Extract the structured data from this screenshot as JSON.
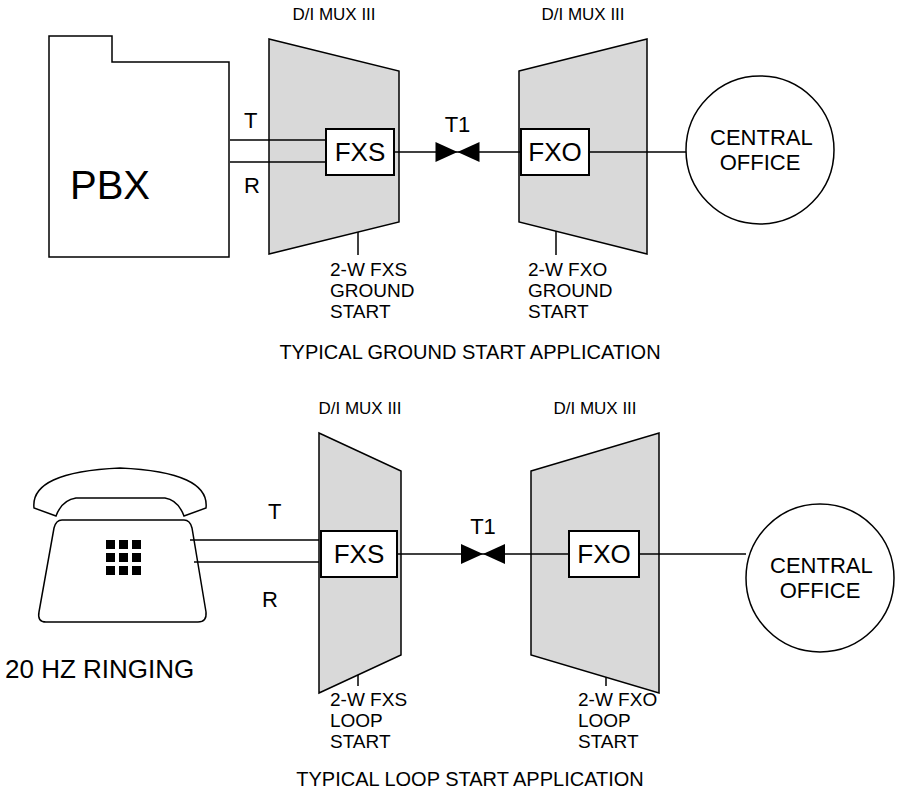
{
  "diagram": {
    "nodes": [
      {
        "text": [
          "PBX"
        ]
      },
      {
        "text": [
          "D/I MUX III"
        ]
      },
      {
        "text": [
          "FXS"
        ],
        "in": 1
      },
      {
        "text": [
          "D/I MUX III"
        ]
      },
      {
        "text": [
          "FXO"
        ],
        "in": 3
      },
      {
        "text": [
          "CENTRAL OFFICE"
        ]
      },
      {
        "text": [
          "D/I MUX III"
        ]
      },
      {
        "text": [
          "FXS"
        ],
        "in": 6
      },
      {
        "text": [
          "D/I MUX III"
        ]
      },
      {
        "text": [
          "FXO"
        ],
        "in": 8
      },
      {
        "text": [
          "CENTRAL OFFICE"
        ]
      }
    ],
    "edges": [
      {
        "from": 0,
        "to": 2,
        "label": "T",
        "arrow": "none"
      },
      {
        "from": 0,
        "to": 2,
        "label": "R",
        "arrow": "none"
      },
      {
        "from": 2,
        "to": 4,
        "label": "T1",
        "arrow": "none"
      },
      {
        "from": 4,
        "to": 5,
        "arrow": "none"
      },
      {
        "from": 7,
        "to": 9,
        "label": "T1",
        "arrow": "none"
      },
      {
        "from": 9,
        "to": 10,
        "arrow": "none"
      }
    ],
    "labels": [
      "2-W FXS GROUND START",
      "2-W FXO GROUND START",
      "TYPICAL GROUND START APPLICATION",
      "T",
      "R",
      "20 HZ RINGING",
      "2-W FXS LOOP START",
      "2-W FXO LOOP START",
      "TYPICAL LOOP START APPLICATION"
    ]
  }
}
